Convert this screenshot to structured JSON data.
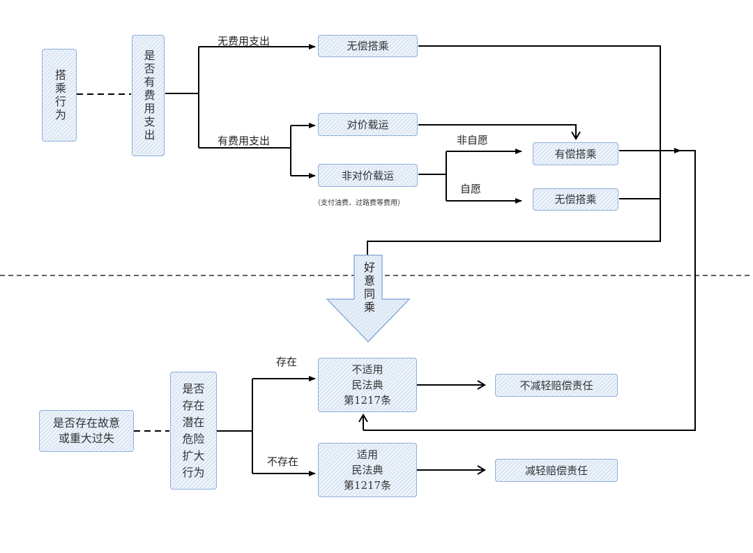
{
  "diagram": {
    "top": {
      "start": "搭乘行为",
      "question": "是否有费用支出",
      "branch_no_cost": "无费用支出",
      "branch_cost": "有费用支出",
      "gratuitous_ride_1": "无偿搭乘",
      "paid_carriage": "对价载运",
      "non_paid_carriage": "非对价载运",
      "non_paid_note": "（支付油费、过路费等费用）",
      "branch_involuntary": "非自愿",
      "branch_voluntary": "自愿",
      "paid_ride": "有偿搭乘",
      "gratuitous_ride_2": "无偿搭乘"
    },
    "arrow_label": "好意同乘",
    "bottom": {
      "start": "是否存在故意或重大过失",
      "question": "是否存在潜在危险扩大行为",
      "branch_exists": "存在",
      "branch_not_exists": "不存在",
      "not_applicable": "不适用\n民法典\n第1217条",
      "applicable": "适用\n民法典\n第1217条",
      "no_reduction": "不减轻赔偿责任",
      "reduction": "减轻赔偿责任"
    }
  }
}
